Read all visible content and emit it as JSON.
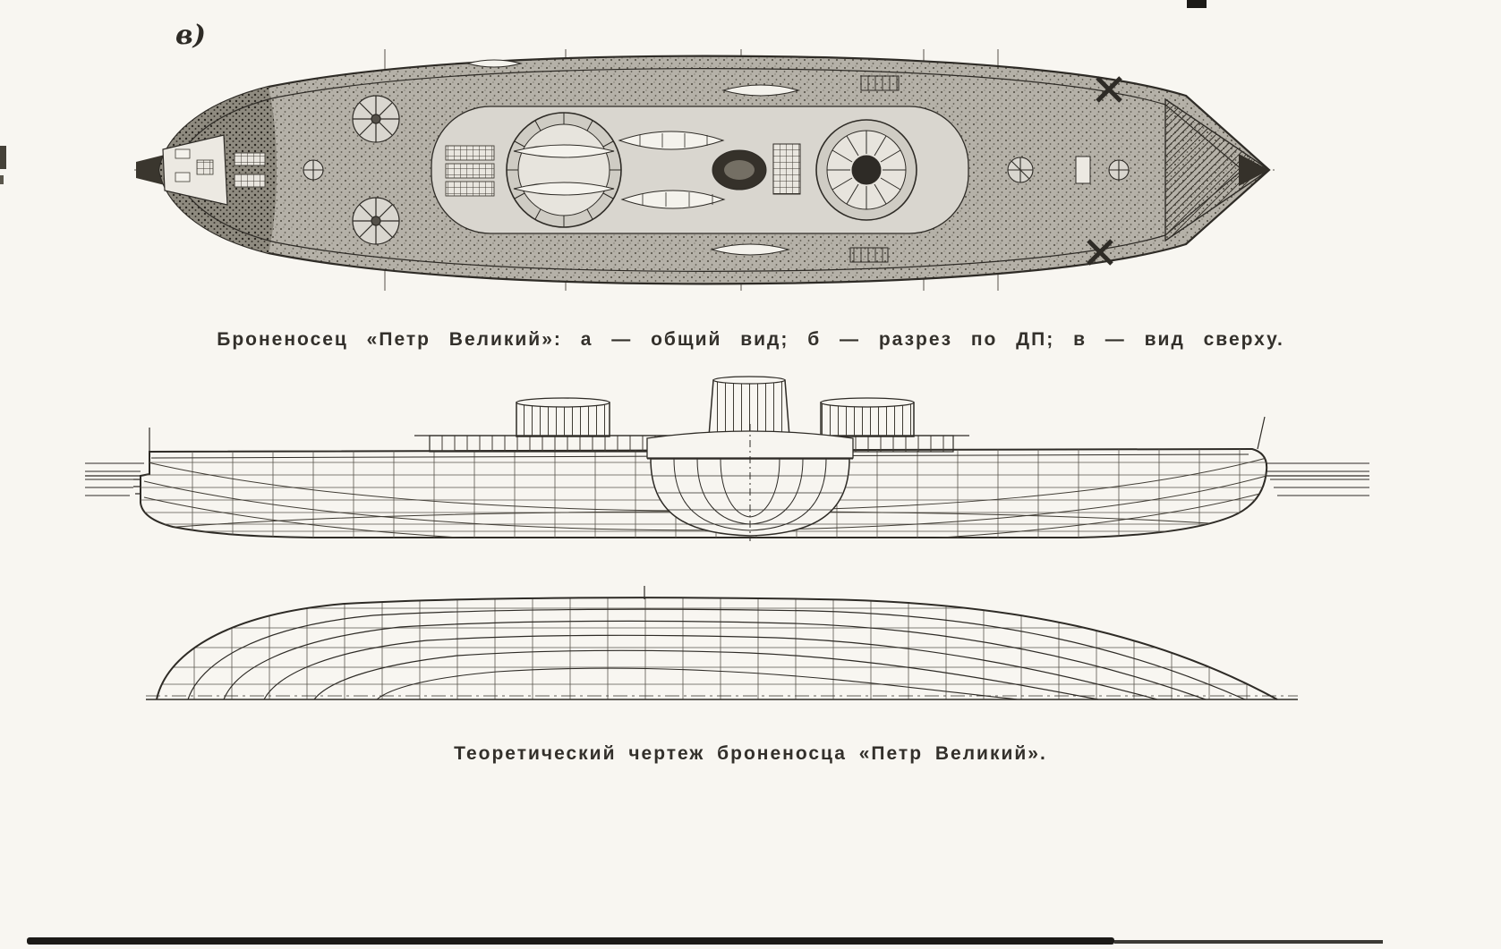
{
  "colors": {
    "paper": "#f8f6f1",
    "ink": "#2e2b26",
    "deck_halftone": "#b5b1a8"
  },
  "figure_label": "в)",
  "captions": {
    "main": "Броненосец «Петр Великий»: а — общий вид; б — разрез по ДП; в — вид сверху.",
    "lines_plan": "Теоретический чертеж броненосца «Петр Великий»."
  }
}
